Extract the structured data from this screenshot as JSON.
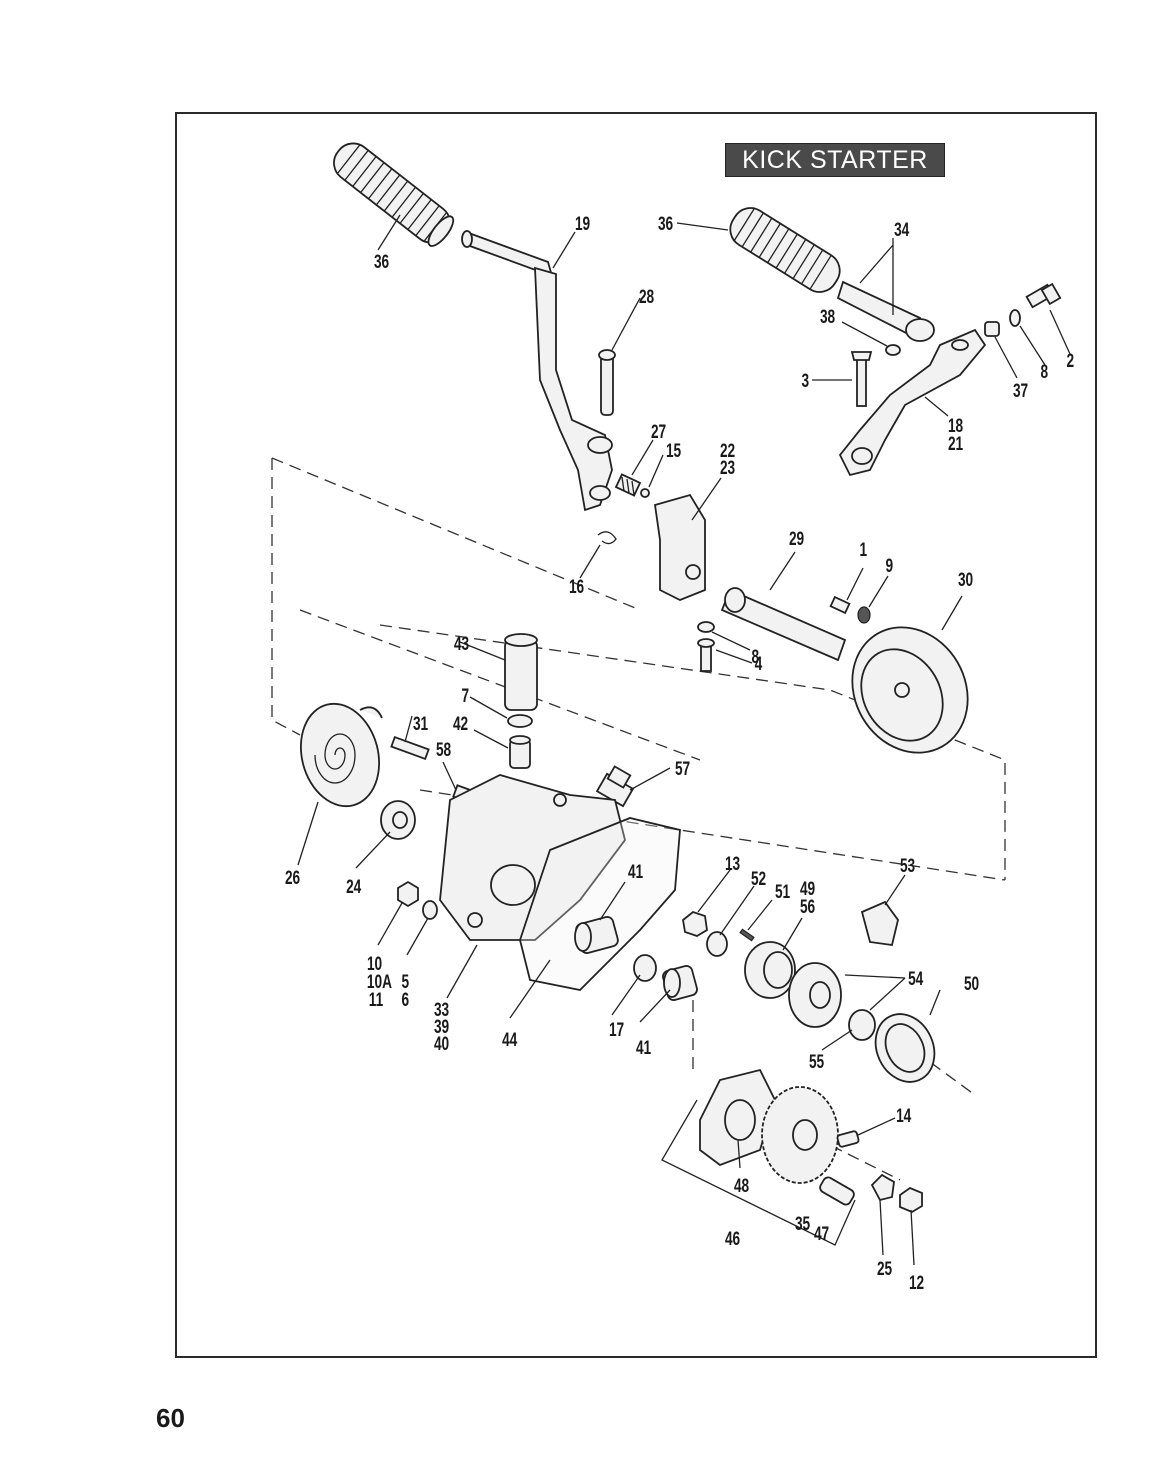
{
  "title": "KICK STARTER",
  "page_number": "60",
  "labels": {
    "l36a": "36",
    "l19": "19",
    "l36b": "36",
    "l34": "34",
    "l28": "28",
    "l38": "38",
    "l2": "2",
    "l8a": "8",
    "l37": "37",
    "l3": "3",
    "l18": "18",
    "l21": "21",
    "l27": "27",
    "l15": "15",
    "l22": "22",
    "l23": "23",
    "l16": "16",
    "l29": "29",
    "l1": "1",
    "l9": "9",
    "l30": "30",
    "l43": "43",
    "l8b": "8",
    "l4": "4",
    "l7": "7",
    "l31": "31",
    "l42": "42",
    "l58": "58",
    "l57": "57",
    "l26": "26",
    "l24": "24",
    "l13": "13",
    "l52": "52",
    "l51": "51",
    "l49": "49",
    "l56": "56",
    "l53": "53",
    "l41a": "41",
    "l10": "10",
    "l10A": "10A",
    "l11": "11",
    "l5": "5",
    "l6": "6",
    "l33": "33",
    "l39": "39",
    "l40": "40",
    "l44": "44",
    "l17": "17",
    "l41b": "41",
    "l54": "54",
    "l50": "50",
    "l55": "55",
    "l14": "14",
    "l48": "48",
    "l46": "46",
    "l35": "35",
    "l47": "47",
    "l25": "25",
    "l12": "12"
  }
}
